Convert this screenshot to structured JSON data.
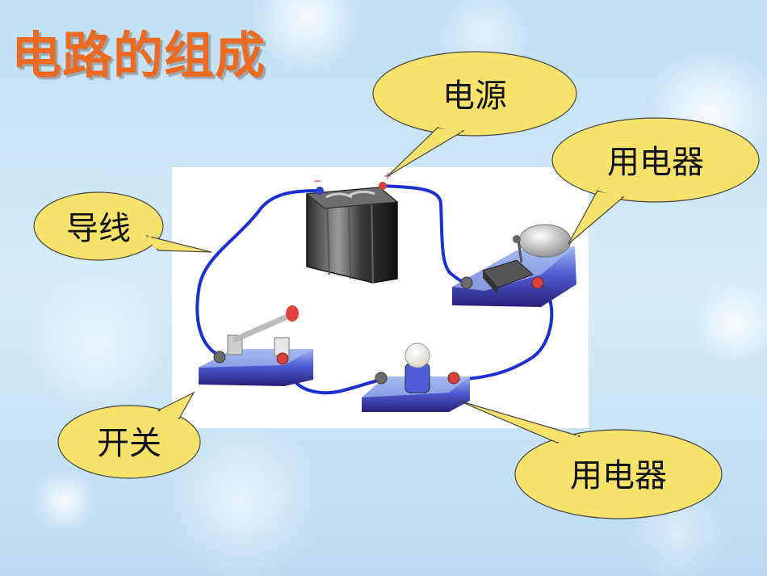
{
  "slide": {
    "title": "电路的组成",
    "title_color": "#ec6a22",
    "background_color": "#cfe6f6"
  },
  "callouts": {
    "power_source": "电源",
    "appliance_top": "用电器",
    "wire": "导线",
    "switch": "开关",
    "appliance_bottom": "用电器"
  },
  "components": {
    "battery_minus": "−",
    "battery_plus": "+"
  },
  "colors": {
    "callout_fill": "#f7e36b",
    "wire": "#1c2fd0",
    "base": "#4a4fc8"
  }
}
